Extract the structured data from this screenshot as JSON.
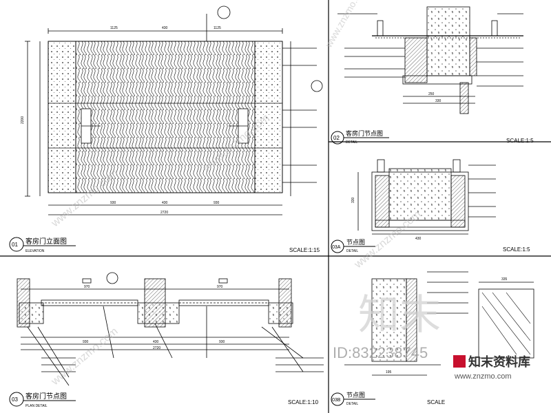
{
  "panels": {
    "p01": {
      "number": "01",
      "title": "客房门立面图",
      "sub": "ELEVATION",
      "scale": "SCALE:1:15"
    },
    "p02": {
      "number": "02",
      "title": "客房门节点图",
      "sub": "DETAIL",
      "scale": "SCALE:1:5"
    },
    "p03A": {
      "number": "03A",
      "title": "节点图",
      "sub": "DETAIL",
      "scale": "SCALE:1:5"
    },
    "p03": {
      "number": "03",
      "title": "客房门节点图",
      "sub": "PLAN DETAIL",
      "scale": "SCALE:1:10"
    },
    "p03B": {
      "number": "03B",
      "title": "节点图",
      "sub": "DETAIL",
      "scale": "SCALE"
    }
  },
  "elevation_dims": {
    "top": [
      "1125",
      "430",
      "1125"
    ],
    "bottom": [
      "930",
      "430",
      "930"
    ],
    "bottom_total": "2720",
    "left_total": "2200"
  },
  "plan_dims": {
    "top": [
      "970",
      "970"
    ],
    "bottom": [
      "930",
      "430",
      "930"
    ],
    "total": "2720"
  },
  "detail02_dims": {
    "a": "250",
    "b": "330"
  },
  "detail03a_dims": {
    "width": "430",
    "height": "330"
  },
  "detail03b_dims": {
    "a": "335",
    "b": "195"
  },
  "watermark": {
    "site": "www.znzmo.com",
    "id": "ID:832238745",
    "brand": "知末资料库",
    "url": "www.znzmo.com",
    "big": "知末"
  },
  "colors": {
    "line": "#000000",
    "watermark": "#b8b8b8",
    "brand_red": "#c8102e"
  }
}
